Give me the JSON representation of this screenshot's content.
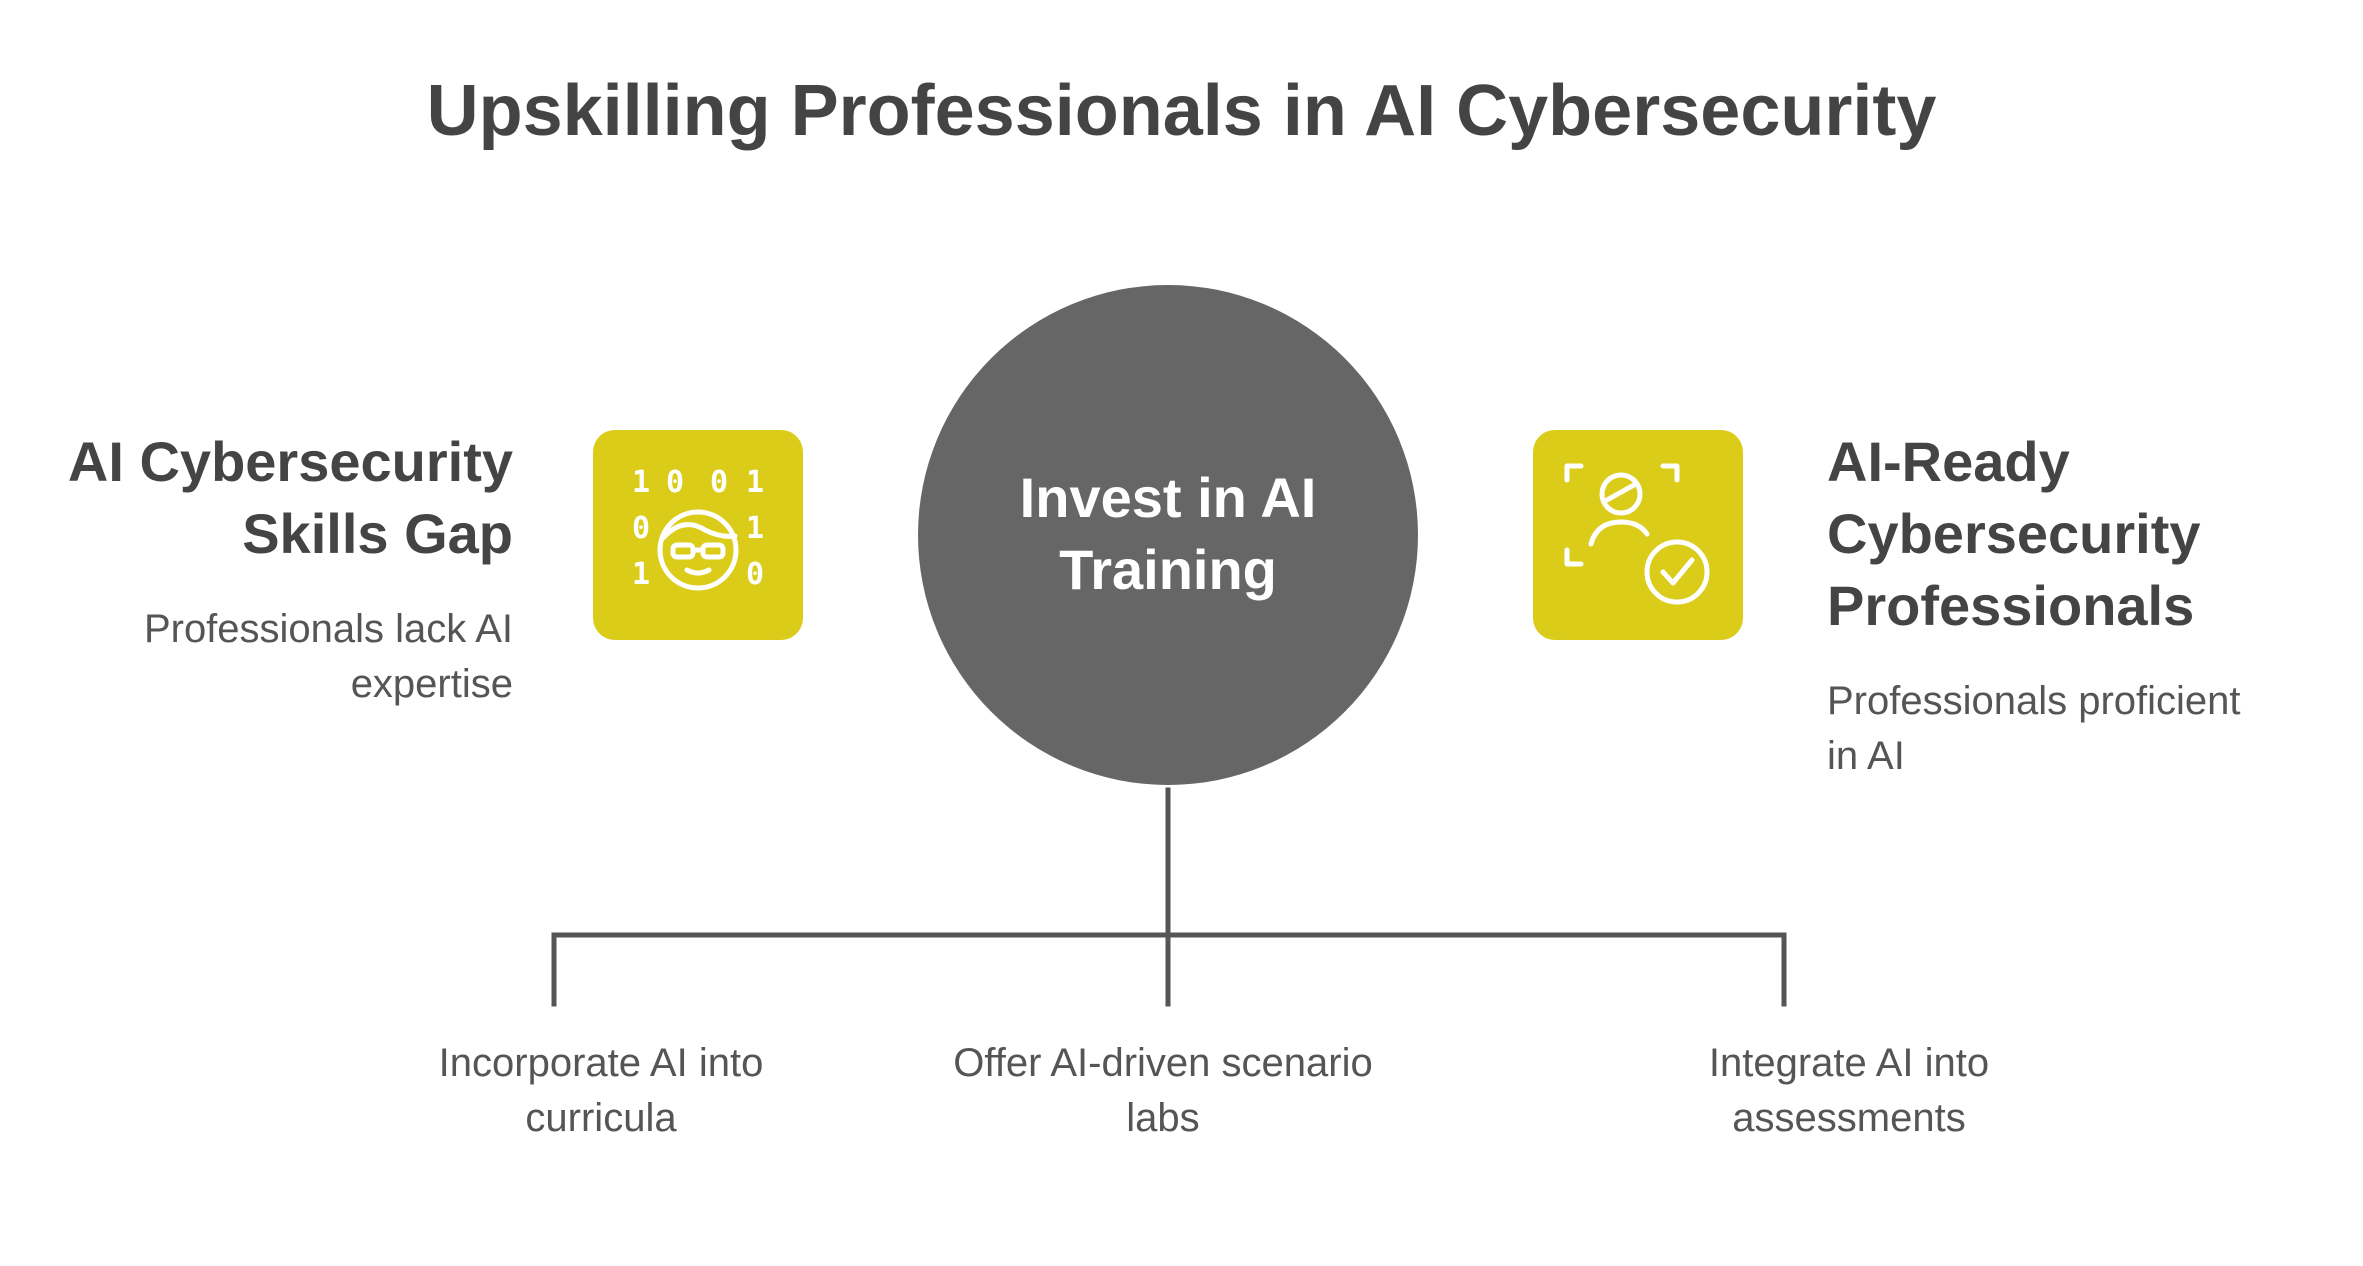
{
  "title": "Upskilling Professionals in AI Cybersecurity",
  "left": {
    "heading_line1": "AI Cybersecurity",
    "heading_line2": "Skills Gap",
    "desc_line1": "Professionals lack AI",
    "desc_line2": "expertise",
    "icon": "binary-person-icon"
  },
  "center": {
    "label_line1": "Invest in AI",
    "label_line2": "Training"
  },
  "right": {
    "heading_line1": "AI-Ready",
    "heading_line2": "Cybersecurity",
    "heading_line3": "Professionals",
    "desc_line1": "Professionals proficient",
    "desc_line2": "in AI",
    "icon": "verified-user-icon"
  },
  "steps": [
    {
      "line1": "Incorporate AI into",
      "line2": "curricula"
    },
    {
      "line1": "Offer AI-driven scenario",
      "line2": "labs"
    },
    {
      "line1": "Integrate AI into",
      "line2": "assessments"
    }
  ],
  "icon_digits": [
    "1",
    "0",
    "0",
    "1",
    "0",
    "1",
    "1",
    "0"
  ],
  "colors": {
    "accent": "#dccc1a",
    "hub": "#666666",
    "text": "#444444",
    "line": "#555555"
  }
}
